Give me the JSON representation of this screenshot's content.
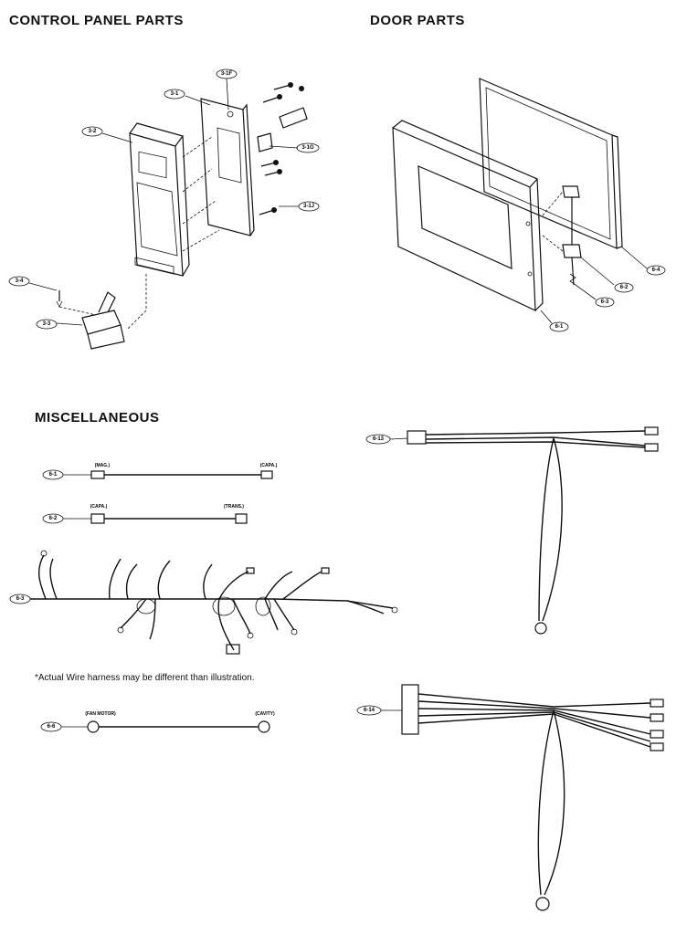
{
  "headings": {
    "control_panel": "CONTROL PANEL PARTS",
    "door": "DOOR PARTS",
    "misc": "MISCELLANEOUS"
  },
  "note": "*Actual Wire harness may be different than illustration.",
  "callouts": {
    "c3_1": "3-1",
    "c3_1f": "3-1F",
    "c3_1g": "3-1G",
    "c3_1j": "3-1J",
    "c3_2": "3-2",
    "c3_3": "3-3",
    "c3_4": "3-4",
    "d6_1": "6-1",
    "d6_2": "6-2",
    "d6_3": "6-3",
    "d6_4": "6-4",
    "m6_1": "6-1",
    "m6_2": "6-2",
    "m6_3": "6-3",
    "m6_6": "6-6",
    "m6_13": "6-13",
    "m6_14": "6-14"
  },
  "wire_tags": {
    "w1_left": "(MAG.)",
    "w1_right": "(CAPA.)",
    "w2_left": "(CAPA.)",
    "w2_right": "(TRANS.)",
    "w6_left": "(FAN MOTOR)",
    "w6_right": "(CAVITY)"
  },
  "icons": [
    "screw-icon",
    "ring-terminal-icon",
    "spade-terminal-icon",
    "connector-icon"
  ]
}
